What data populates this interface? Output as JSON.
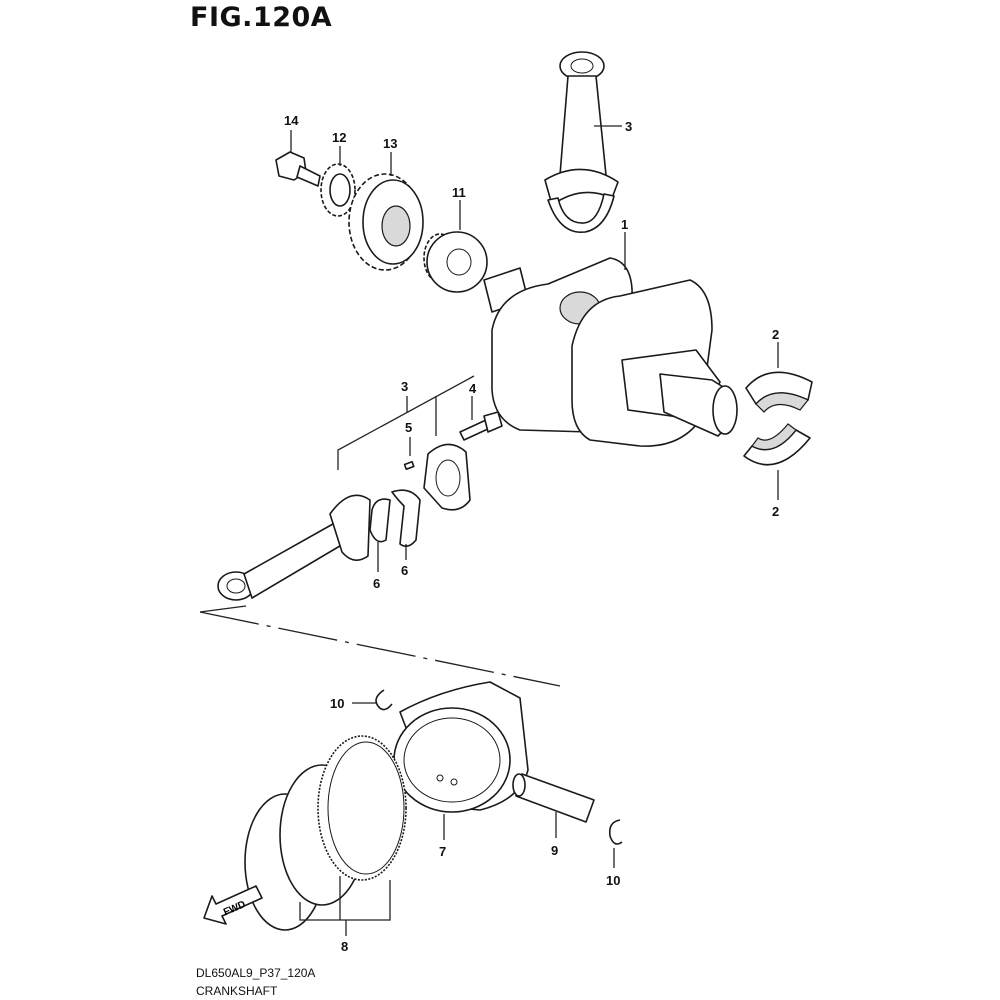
{
  "figure": {
    "title": "FIG.120A"
  },
  "footer": {
    "code": "DL650AL9_P37_120A",
    "section": "CRANKSHAFT"
  },
  "direction_label": "FWD",
  "callouts": {
    "c1": "1",
    "c2a": "2",
    "c2b": "2",
    "c3a": "3",
    "c3b": "3",
    "c4": "4",
    "c5": "5",
    "c6a": "6",
    "c6b": "6",
    "c7": "7",
    "c8": "8",
    "c9": "9",
    "c10a": "10",
    "c10b": "10",
    "c11": "11",
    "c12": "12",
    "c13": "13",
    "c14": "14"
  }
}
